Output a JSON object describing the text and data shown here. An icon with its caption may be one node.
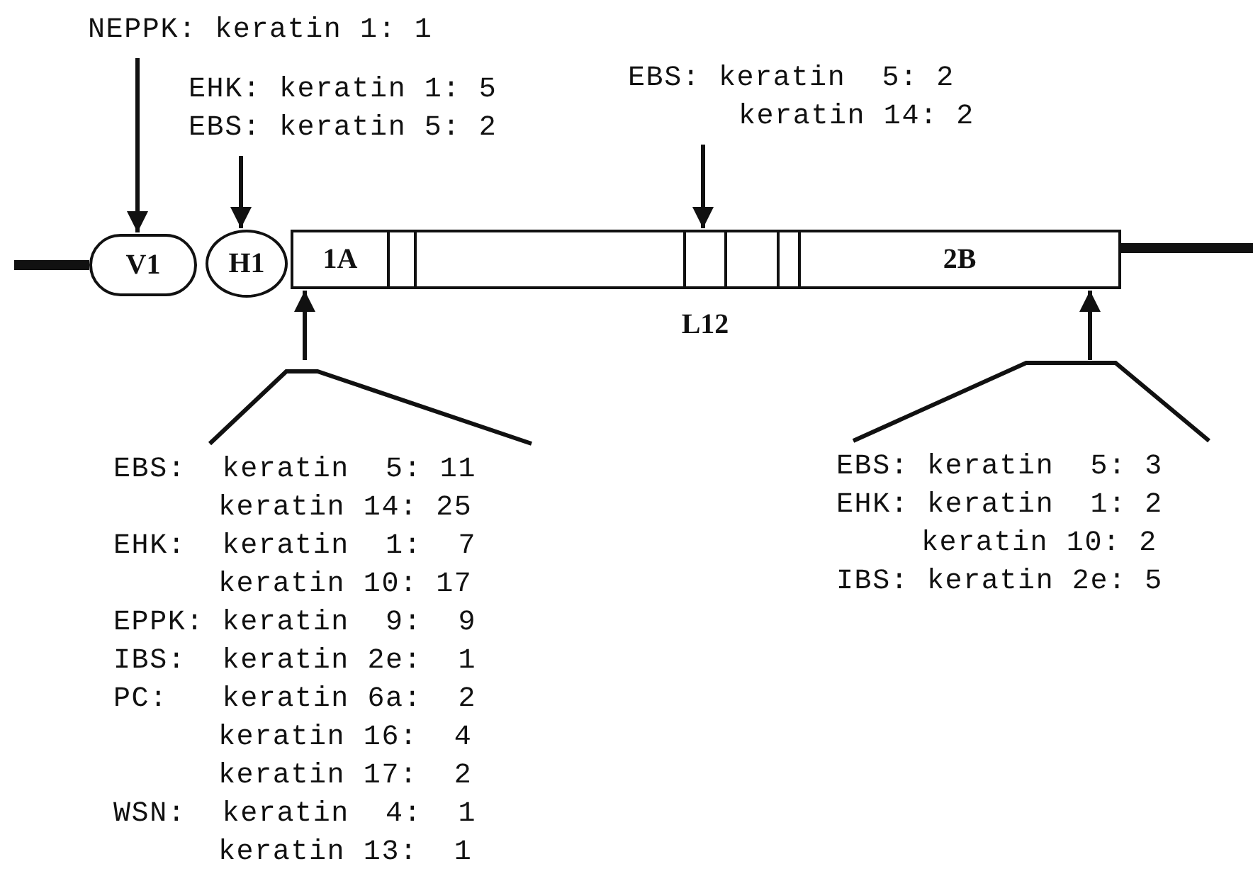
{
  "diagram": {
    "nodes": [
      {
        "text": [
          "NEPPK: keratin 1: 1"
        ]
      },
      {
        "text": [
          "EHK: keratin 1: 5",
          "EBS: keratin 5: 2"
        ]
      },
      {
        "text": [
          "EBS: keratin  5: 2",
          "keratin 14: 2"
        ]
      },
      {
        "text": [
          "V1"
        ]
      },
      {
        "text": [
          "H1"
        ]
      },
      {
        "text": [
          "1A"
        ]
      },
      {
        "text": [],
        "shape": "box"
      },
      {
        "text": [],
        "shape": "box"
      },
      {
        "text": [
          "L12"
        ]
      },
      {
        "text": [],
        "shape": "box"
      },
      {
        "text": [],
        "shape": "box"
      },
      {
        "text": [
          "2B"
        ]
      },
      {
        "text": [
          "EBS:  keratin  5: 11",
          "keratin 14: 25",
          "EHK:  keratin  1:  7",
          "keratin 10: 17",
          "EPPK: keratin  9:  9",
          "IBS:  keratin 2e:  1",
          "PC:   keratin 6a:  2",
          "keratin 16:  4",
          "keratin 17:  2",
          "WSN:  keratin  4:  1",
          "keratin 13:  1"
        ]
      },
      {
        "text": [
          "EBS: keratin  5: 3",
          "EHK: keratin  1: 2",
          "keratin 10: 2",
          "IBS: keratin 2e: 5"
        ]
      }
    ],
    "edges": [
      {
        "from": 0,
        "to": 3,
        "arrow": "to"
      },
      {
        "from": 1,
        "to": 4,
        "arrow": "to"
      },
      {
        "from": 2,
        "to": 8,
        "arrow": "to"
      },
      {
        "from": 12,
        "to": 5,
        "arrow": "to"
      },
      {
        "from": 13,
        "to": 11,
        "arrow": "to"
      }
    ]
  }
}
